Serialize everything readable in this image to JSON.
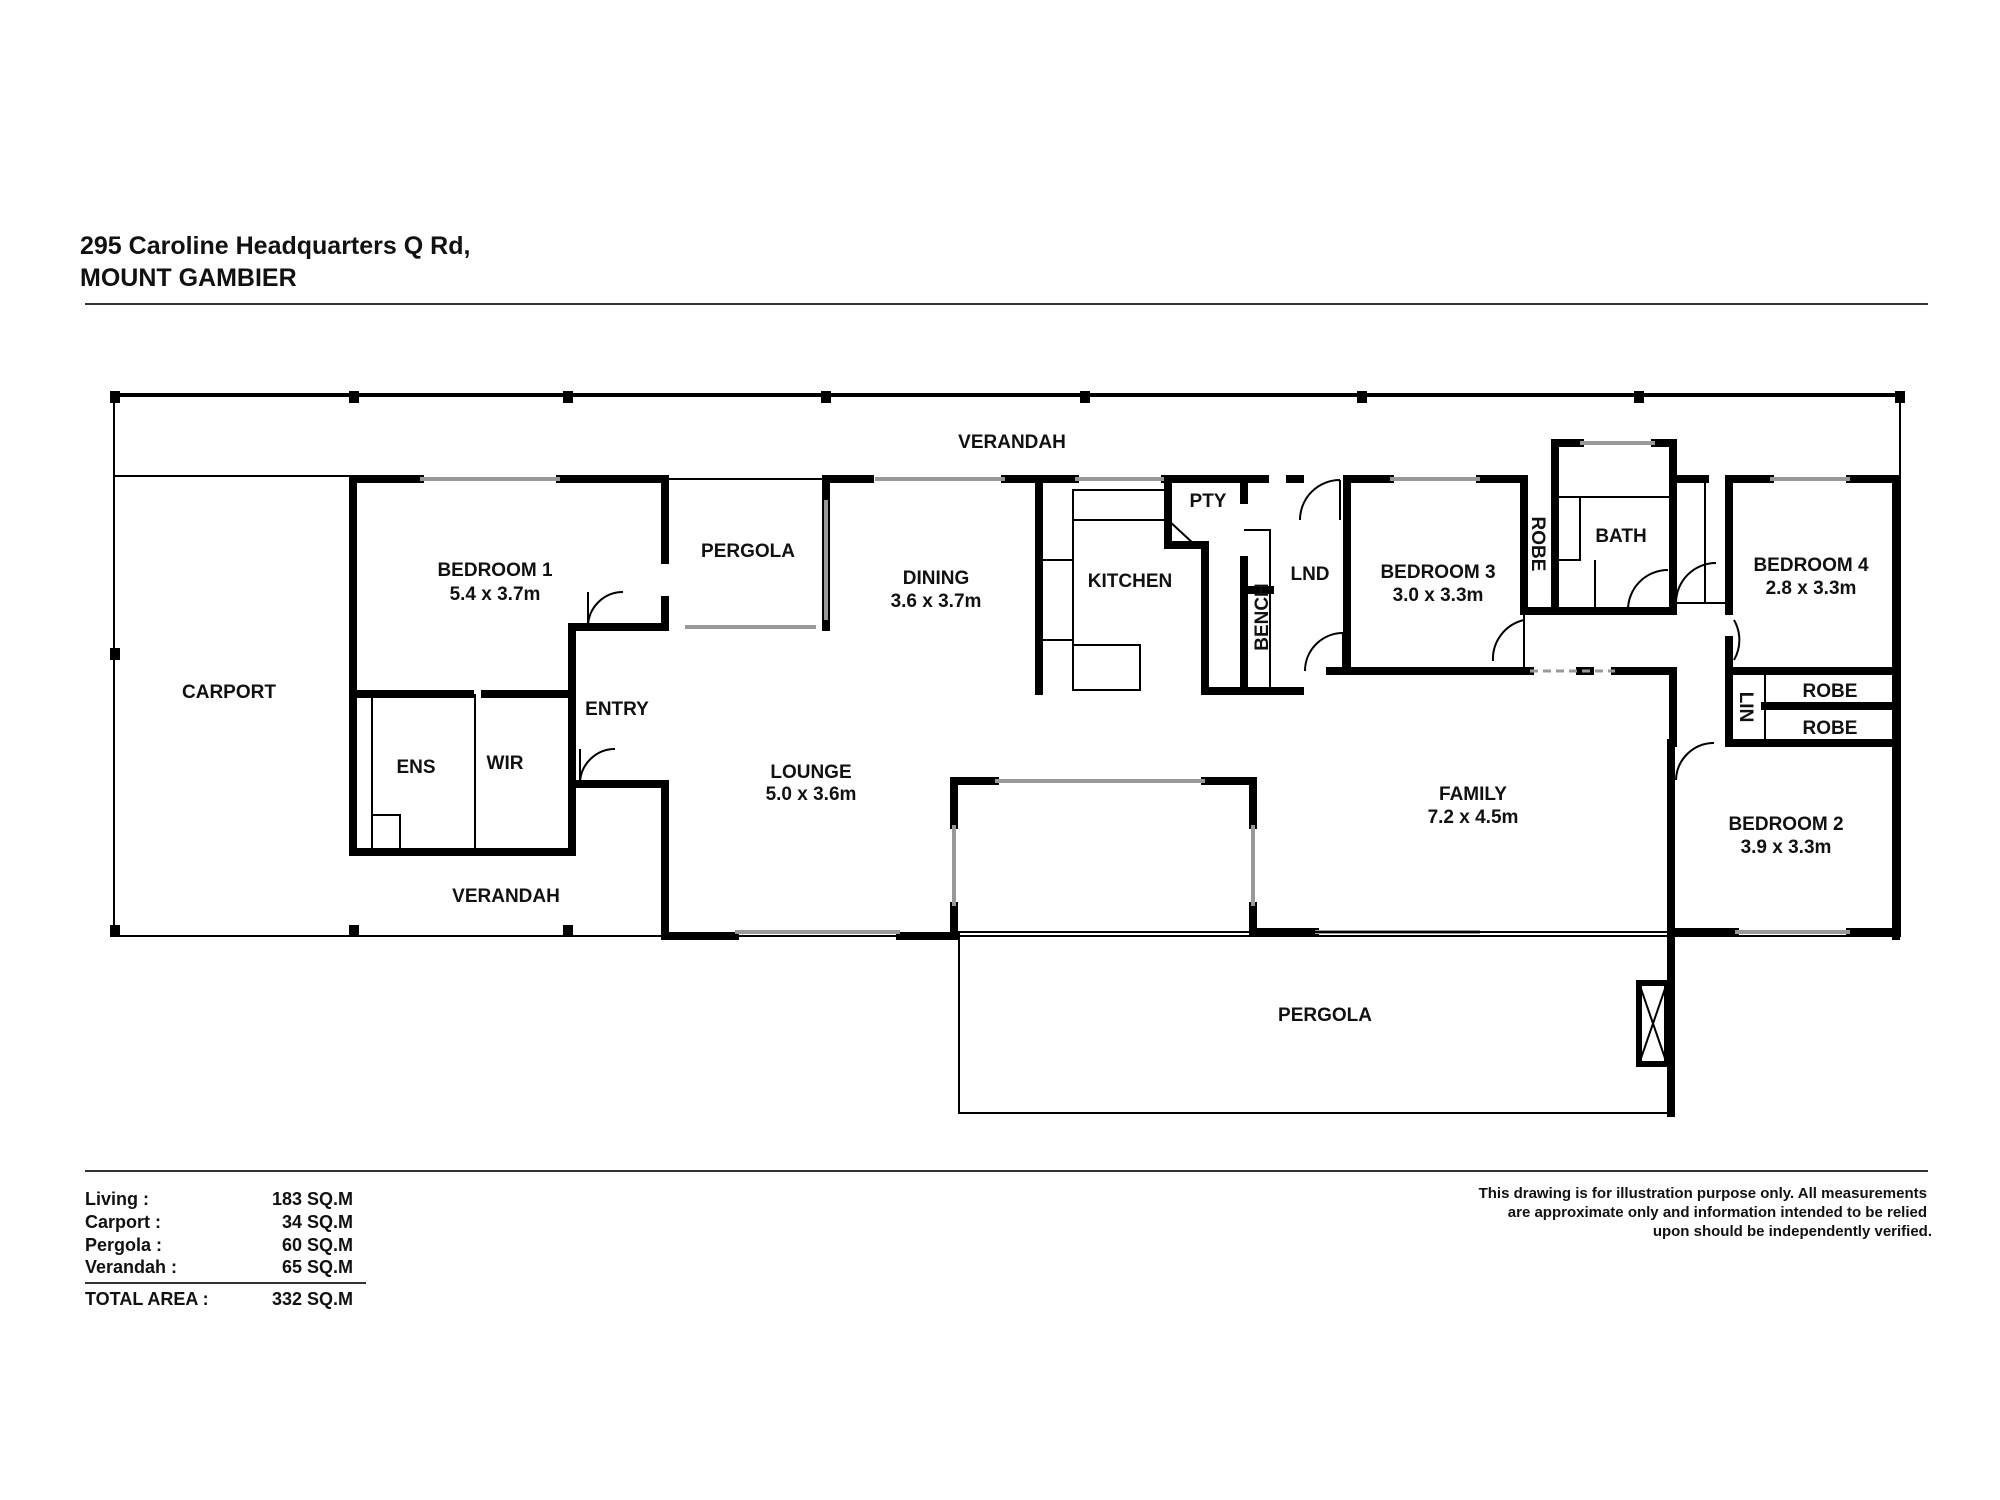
{
  "header": {
    "address_line1": "295 Caroline Headquarters Q Rd,",
    "address_line2": "MOUNT GAMBIER"
  },
  "rooms": {
    "verandah_top": "VERANDAH",
    "carport": "CARPORT",
    "bedroom1": {
      "name": "BEDROOM 1",
      "size": "5.4 x 3.7m"
    },
    "pergola_small": "PERGOLA",
    "dining": {
      "name": "DINING",
      "size": "3.6 x 3.7m"
    },
    "kitchen": "KITCHEN",
    "pantry": "PTY",
    "laundry": "LND",
    "bench": "BENCH",
    "bedroom3": {
      "name": "BEDROOM 3",
      "size": "3.0 x 3.3m"
    },
    "robe_vertical": "ROBE",
    "bath": "BATH",
    "bedroom4": {
      "name": "BEDROOM 4",
      "size": "2.8 x 3.3m"
    },
    "robe1": "ROBE",
    "robe2": "ROBE",
    "linen": "LIN",
    "entry": "ENTRY",
    "ensuite": "ENS",
    "wir": "WIR",
    "lounge": {
      "name": "LOUNGE",
      "size": "5.0 x 3.6m"
    },
    "family": {
      "name": "FAMILY",
      "size": "7.2 x 4.5m"
    },
    "bedroom2": {
      "name": "BEDROOM 2",
      "size": "3.9 x 3.3m"
    },
    "verandah_bottom": "VERANDAH",
    "pergola_large": "PERGOLA"
  },
  "areas": [
    {
      "label": "Living :",
      "value": "183 SQ.M"
    },
    {
      "label": "Carport :",
      "value": "34 SQ.M"
    },
    {
      "label": "Pergola :",
      "value": "60 SQ.M"
    },
    {
      "label": "Verandah :",
      "value": "65 SQ.M"
    }
  ],
  "total": {
    "label": "TOTAL AREA :",
    "value": "332 SQ.M"
  },
  "disclaimer": [
    "This drawing is for illustration purpose only. All measurements",
    "are approximate only and information intended to be relied",
    "upon should be independently verified."
  ]
}
